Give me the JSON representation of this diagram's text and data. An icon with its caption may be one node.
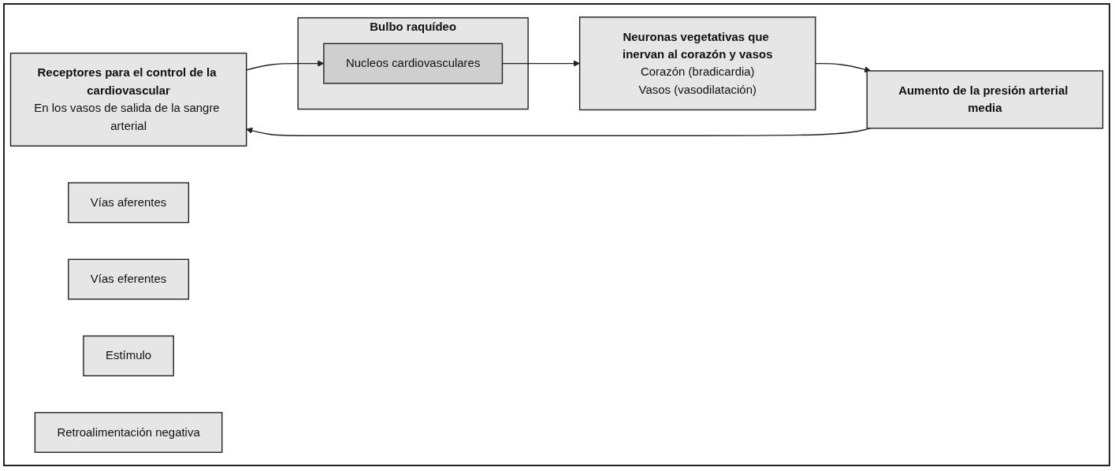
{
  "diagram": {
    "nodes": [
      {
        "text": [
          "Receptores para el control de la cardiovascular",
          "En los vasos de salida de la sangre arterial"
        ]
      },
      {
        "text": [
          "Vías aferentes"
        ]
      },
      {
        "text": [
          "Bulbo raquídeo"
        ]
      },
      {
        "text": [
          "Nucleos cardiovasculares"
        ],
        "in": 2
      },
      {
        "text": [
          "Vías eferentes"
        ]
      },
      {
        "text": [
          "Neuronas vegetativas que inervan al corazón y vasos",
          "Corazón (bradicardia)",
          "Vasos (vasodilatación)"
        ]
      },
      {
        "text": [
          "Estímulo"
        ]
      },
      {
        "text": [
          "Aumento de la presión arterial media"
        ]
      },
      {
        "text": [
          "Retroalimentación negativa"
        ]
      }
    ],
    "edges": [
      {
        "from": 0,
        "to": 3,
        "arrow": "to"
      },
      {
        "from": 3,
        "to": 5,
        "arrow": "to"
      },
      {
        "from": 5,
        "to": 7,
        "arrow": "to"
      },
      {
        "from": 7,
        "to": 0,
        "arrow": "to"
      }
    ]
  }
}
